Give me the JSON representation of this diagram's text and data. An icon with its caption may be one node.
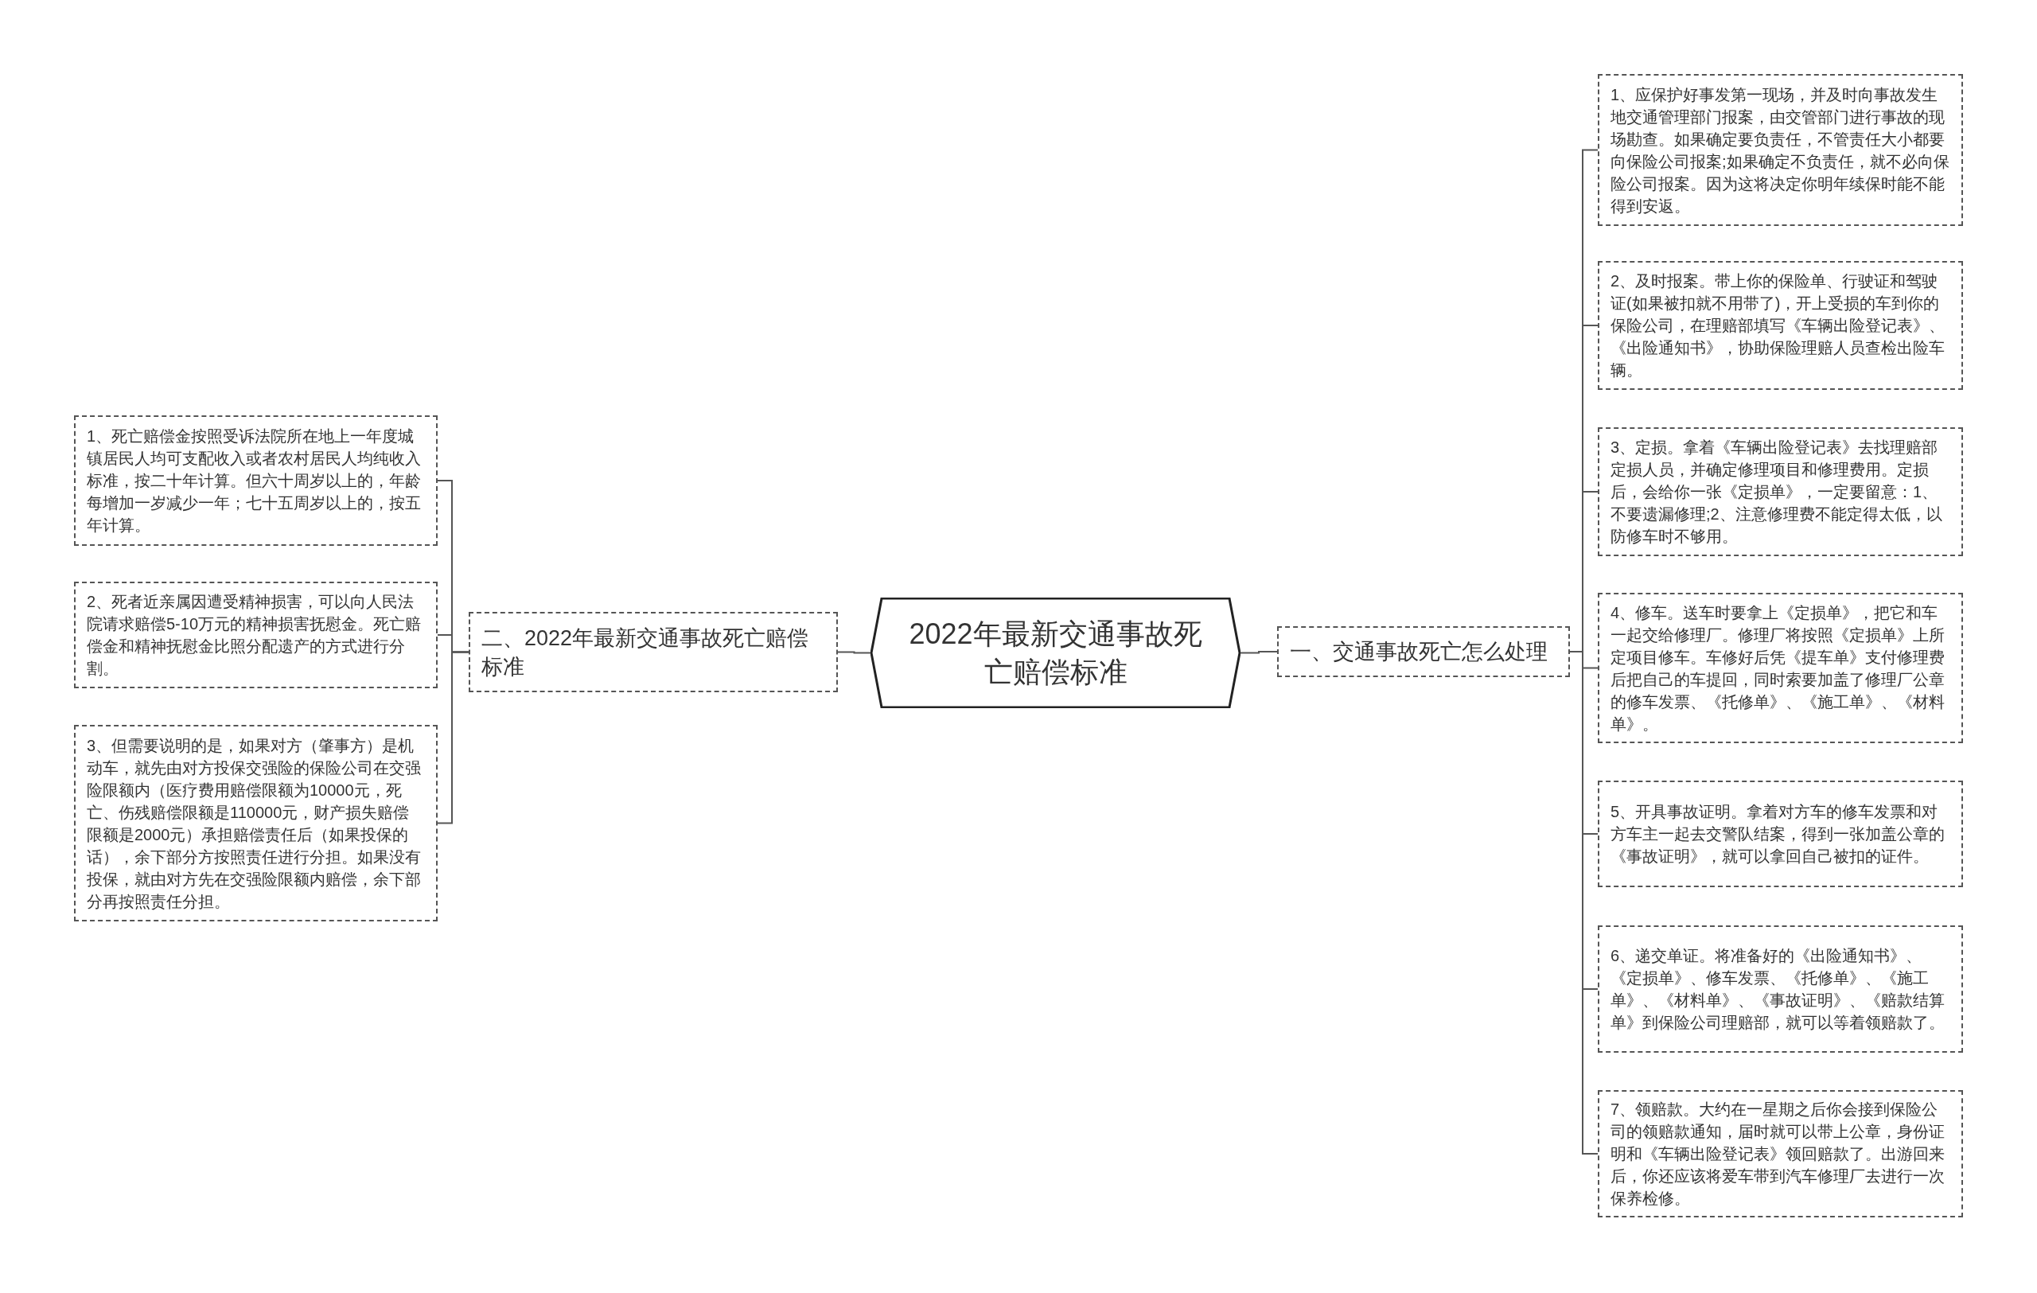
{
  "diagram": {
    "nodes": [
      {
        "text": [
          "2022年最新交通事故死亡赔偿标准"
        ]
      },
      {
        "text": [
          "一、交通事故死亡怎么处理"
        ]
      },
      {
        "text": [
          "1、应保护好事发第一现场，并及时向事故发生地交通管理部门报案，由交管部门进行事故的现场勘查。如果确定要负责任，不管责任大小都要向保险公司报案;如果确定不负责任，就不必向保险公司报案。因为这将决定你明年续保时能不能得到安返。"
        ]
      },
      {
        "text": [
          "2、及时报案。带上你的保险单、行驶证和驾驶证(如果被扣就不用带了)，开上受损的车到你的保险公司，在理赔部填写《车辆出险登记表》、《出险通知书》，协助保险理赔人员查检出险车辆。"
        ]
      },
      {
        "text": [
          "3、定损。拿着《车辆出险登记表》去找理赔部定损人员，并确定修理项目和修理费用。定损后，会给你一张《定损单》，一定要留意：1、不要遗漏修理;2、注意修理费不能定得太低，以防修车时不够用。"
        ]
      },
      {
        "text": [
          "4、修车。送车时要拿上《定损单》，把它和车一起交给修理厂。修理厂将按照《定损单》上所定项目修车。车修好后凭《提车单》支付修理费后把自己的车提回，同时索要加盖了修理厂公章的修车发票、《托修单》、《施工单》、《材料单》。"
        ]
      },
      {
        "text": [
          "5、开具事故证明。拿着对方车的修车发票和对方车主一起去交警队结案，得到一张加盖公章的《事故证明》，就可以拿回自己被扣的证件。"
        ]
      },
      {
        "text": [
          "6、递交单证。将准备好的《出险通知书》、《定损单》、修车发票、《托修单》、《施工单》、《材料单》、《事故证明》、《赔款结算单》到保险公司理赔部，就可以等着领赔款了。"
        ]
      },
      {
        "text": [
          "7、领赔款。大约在一星期之后你会接到保险公司的领赔款通知，届时就可以带上公章，身份证明和《车辆出险登记表》领回赔款了。出游回来后，你还应该将爱车带到汽车修理厂去进行一次保养检修。"
        ]
      },
      {
        "text": [
          "二、2022年最新交通事故死亡赔偿标准"
        ]
      },
      {
        "text": [
          "1、死亡赔偿金按照受诉法院所在地上一年度城镇居民人均可支配收入或者农村居民人均纯收入标准，按二十年计算。但六十周岁以上的，年龄每增加一岁减少一年；七十五周岁以上的，按五年计算。"
        ]
      },
      {
        "text": [
          "2、死者近亲属因遭受精神损害，可以向人民法院请求赔偿5-10万元的精神损害抚慰金。死亡赔偿金和精神抚慰金比照分配遗产的方式进行分割。"
        ]
      },
      {
        "text": [
          "3、但需要说明的是，如果对方（肇事方）是机动车，就先由对方投保交强险的保险公司在交强险限额内（医疗费用赔偿限额为10000元，死亡、伤残赔偿限额是110000元，财产损失赔偿限额是2000元）承担赔偿责任后（如果投保的话），余下部分方按照责任进行分担。如果没有投保，就由对方先在交强险限额内赔偿，余下部分再按照责任分担。"
        ]
      }
    ],
    "edges": [
      {
        "from": 0,
        "to": 1,
        "arrow": "none"
      },
      {
        "from": 1,
        "to": 2,
        "arrow": "none"
      },
      {
        "from": 1,
        "to": 3,
        "arrow": "none"
      },
      {
        "from": 1,
        "to": 4,
        "arrow": "none"
      },
      {
        "from": 1,
        "to": 5,
        "arrow": "none"
      },
      {
        "from": 1,
        "to": 6,
        "arrow": "none"
      },
      {
        "from": 1,
        "to": 7,
        "arrow": "none"
      },
      {
        "from": 1,
        "to": 8,
        "arrow": "none"
      },
      {
        "from": 0,
        "to": 9,
        "arrow": "none"
      },
      {
        "from": 9,
        "to": 10,
        "arrow": "none"
      },
      {
        "from": 9,
        "to": 11,
        "arrow": "none"
      },
      {
        "from": 9,
        "to": 12,
        "arrow": "none"
      }
    ]
  }
}
